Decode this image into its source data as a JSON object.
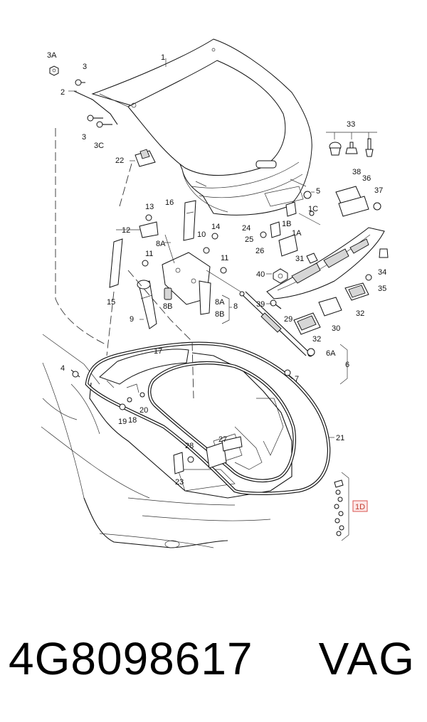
{
  "part_number": "4G8098617",
  "brand": "VAG",
  "callouts": [
    "1",
    "2",
    "3",
    "3",
    "3A",
    "3C",
    "4",
    "5",
    "6",
    "6A",
    "7",
    "8",
    "8A",
    "8A",
    "8B",
    "8B",
    "9",
    "10",
    "11",
    "11",
    "12",
    "13",
    "14",
    "15",
    "16",
    "17",
    "18",
    "19",
    "20",
    "21",
    "22",
    "23",
    "24",
    "25",
    "26",
    "27",
    "28",
    "29",
    "30",
    "31",
    "32",
    "32",
    "33",
    "34",
    "35",
    "36",
    "37",
    "38",
    "39",
    "40",
    "1A",
    "1B",
    "1C"
  ],
  "highlighted_callout": "1D",
  "colors": {
    "line": "#111111",
    "highlight_fill": "#fde8e8",
    "highlight_stroke": "#d9534f"
  }
}
